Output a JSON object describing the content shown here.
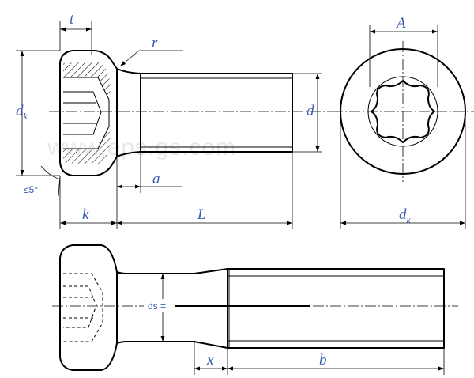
{
  "watermark": "www.eps.gs.com",
  "labels": {
    "t": "t",
    "r": "r",
    "A": "A",
    "dk_left_main": "d",
    "dk_left_sub": "k",
    "d": "d",
    "angle": "≤5°",
    "a": "a",
    "k": "k",
    "L": "L",
    "dk_bottom_main": "d",
    "dk_bottom_sub": "k",
    "ds": "ds =",
    "x": "x",
    "b": "b"
  },
  "colors": {
    "label": "#3a5bb0",
    "line": "#000000",
    "watermark": "#e9e9e9"
  }
}
